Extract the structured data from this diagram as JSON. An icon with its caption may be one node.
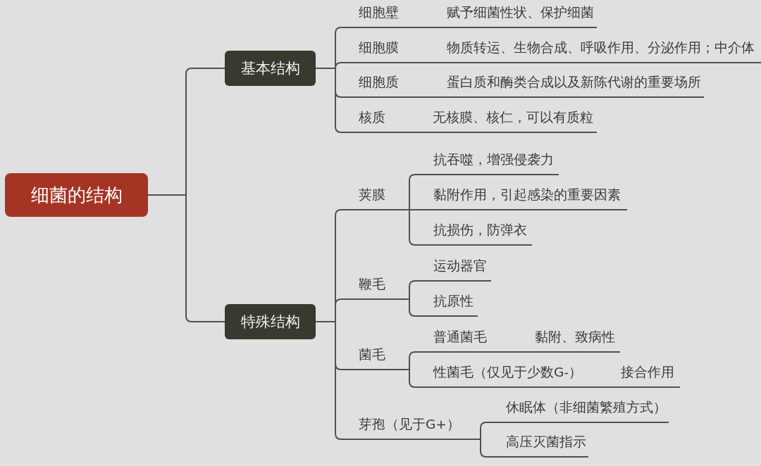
{
  "diagram": {
    "nodes": [
      {
        "text": [
          "细菌的结构"
        ]
      },
      {
        "text": [
          "基本结构"
        ]
      },
      {
        "text": [
          "细胞壁"
        ]
      },
      {
        "text": [
          "赋予细菌性状、保护细菌"
        ]
      },
      {
        "text": [
          "细胞膜"
        ]
      },
      {
        "text": [
          "物质转运、生物合成、呼吸作用、分泌作用；中介体"
        ]
      },
      {
        "text": [
          "细胞质"
        ]
      },
      {
        "text": [
          "蛋白质和酶类合成以及新陈代谢的重要场所"
        ]
      },
      {
        "text": [
          "核质"
        ]
      },
      {
        "text": [
          "无核膜、核仁，可以有质粒"
        ]
      },
      {
        "text": [
          "特殊结构"
        ]
      },
      {
        "text": [
          "荚膜"
        ]
      },
      {
        "text": [
          "抗吞噬，增强侵袭力"
        ]
      },
      {
        "text": [
          "黏附作用，引起感染的重要因素"
        ]
      },
      {
        "text": [
          "抗损伤，防弹衣"
        ]
      },
      {
        "text": [
          "鞭毛"
        ]
      },
      {
        "text": [
          "运动器官"
        ]
      },
      {
        "text": [
          "抗原性"
        ]
      },
      {
        "text": [
          "菌毛"
        ]
      },
      {
        "text": [
          "普通菌毛"
        ]
      },
      {
        "text": [
          "黏附、致病性"
        ]
      },
      {
        "text": [
          "性菌毛（仅见于少数G-）"
        ]
      },
      {
        "text": [
          "接合作用"
        ]
      },
      {
        "text": [
          "芽孢（见于G+）"
        ]
      },
      {
        "text": [
          "休眠体（非细菌繁殖方式）"
        ]
      },
      {
        "text": [
          "高压灭菌指示"
        ]
      }
    ],
    "edges": [
      {
        "from": 0,
        "to": 1,
        "arrow": "none"
      },
      {
        "from": 0,
        "to": 10,
        "arrow": "none"
      },
      {
        "from": 1,
        "to": 2,
        "arrow": "none"
      },
      {
        "from": 1,
        "to": 4,
        "arrow": "none"
      },
      {
        "from": 1,
        "to": 6,
        "arrow": "none"
      },
      {
        "from": 1,
        "to": 8,
        "arrow": "none"
      },
      {
        "from": 2,
        "to": 3,
        "arrow": "none"
      },
      {
        "from": 4,
        "to": 5,
        "arrow": "none"
      },
      {
        "from": 6,
        "to": 7,
        "arrow": "none"
      },
      {
        "from": 8,
        "to": 9,
        "arrow": "none"
      },
      {
        "from": 10,
        "to": 11,
        "arrow": "none"
      },
      {
        "from": 10,
        "to": 15,
        "arrow": "none"
      },
      {
        "from": 10,
        "to": 18,
        "arrow": "none"
      },
      {
        "from": 10,
        "to": 23,
        "arrow": "none"
      },
      {
        "from": 11,
        "to": 12,
        "arrow": "none"
      },
      {
        "from": 11,
        "to": 13,
        "arrow": "none"
      },
      {
        "from": 11,
        "to": 14,
        "arrow": "none"
      },
      {
        "from": 15,
        "to": 16,
        "arrow": "none"
      },
      {
        "from": 15,
        "to": 17,
        "arrow": "none"
      },
      {
        "from": 18,
        "to": 19,
        "arrow": "none"
      },
      {
        "from": 18,
        "to": 21,
        "arrow": "none"
      },
      {
        "from": 19,
        "to": 20,
        "arrow": "none"
      },
      {
        "from": 21,
        "to": 22,
        "arrow": "none"
      },
      {
        "from": 23,
        "to": 24,
        "arrow": "none"
      },
      {
        "from": 23,
        "to": 25,
        "arrow": "none"
      }
    ]
  }
}
